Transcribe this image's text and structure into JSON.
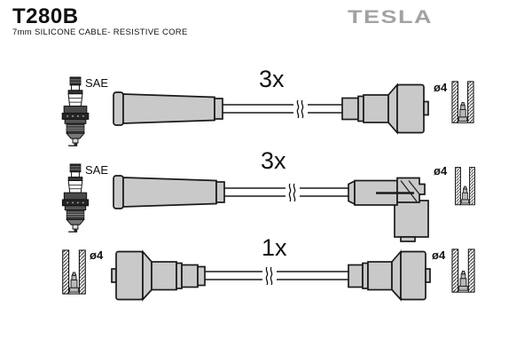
{
  "header": {
    "part_number": "T280B",
    "description": "7mm SILICONE CABLE- RESISTIVE CORE",
    "brand": "TESLA"
  },
  "rows": [
    {
      "quantity": "3x",
      "left_label": "SAE",
      "right_label": "ø4",
      "left_end": "spark-plug-boot-straight",
      "right_end": "distributor-boot-straight"
    },
    {
      "quantity": "3x",
      "left_label": "SAE",
      "right_label": "ø4",
      "left_end": "spark-plug-boot-straight",
      "right_end": "distributor-boot-angled-90"
    },
    {
      "quantity": "1x",
      "left_label": "ø4",
      "right_label": "ø4",
      "left_end": "distributor-boot-straight",
      "right_end": "distributor-boot-straight"
    }
  ],
  "colors": {
    "boot_fill": "#c9c9c9",
    "outline": "#1a1a1a",
    "logo_gray": "#a2a2a2",
    "text": "#111111",
    "background": "#ffffff"
  }
}
